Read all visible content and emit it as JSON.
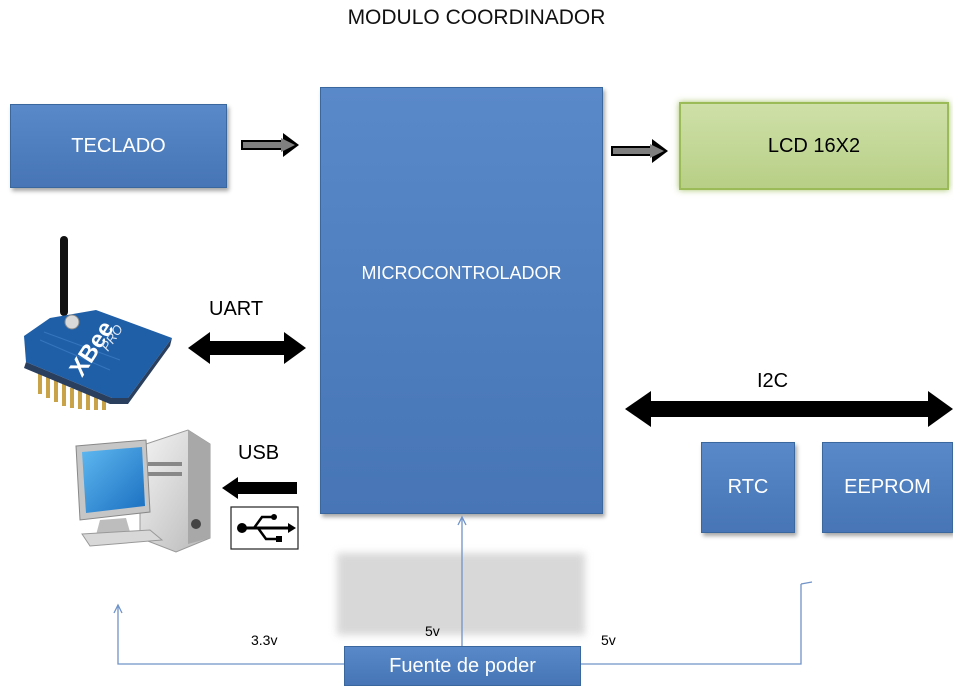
{
  "title": "MODULO COORDINADOR",
  "blocks": {
    "keyboard": "TECLADO",
    "mcu": "MICROCONTROLADOR",
    "lcd": "LCD 16X2",
    "rtc": "RTC",
    "eeprom": "EEPROM",
    "power": "Fuente de poder"
  },
  "links": {
    "uart": "UART",
    "usb": "USB",
    "i2c": "I2C"
  },
  "voltages": {
    "left": "3.3v",
    "center": "5v",
    "right": "5v"
  },
  "xbee": {
    "brand": "XBee",
    "model": "PRO"
  },
  "colors": {
    "block_blue": "#4f81bd",
    "lcd_green": "#c3d69b",
    "wire_blue": "#6f93c8",
    "arrow_black": "#000000"
  }
}
